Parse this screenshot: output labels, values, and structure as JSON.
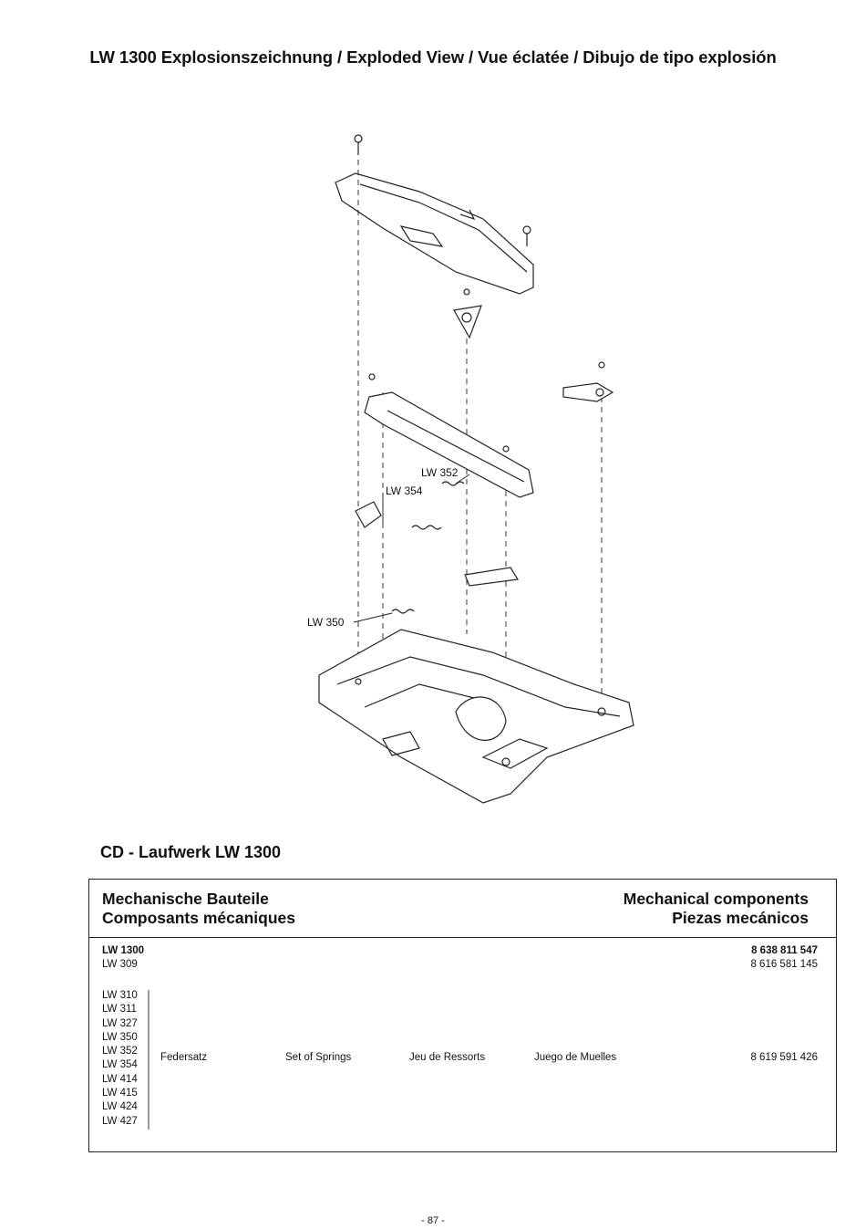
{
  "page": {
    "title": "LW 1300 Explosionszeichnung / Exploded View / Vue éclatée / Dibujo de tipo explosión",
    "page_number": "- 87 -"
  },
  "drawing": {
    "callouts": [
      "LW 352",
      "LW 354",
      "LW 350"
    ]
  },
  "section": {
    "title": "CD - Laufwerk LW 1300"
  },
  "parts_table": {
    "header_left_line1": "Mechanische Bauteile",
    "header_left_line2": "Composants mécaniques",
    "header_right_line1": "Mechanical components",
    "header_right_line2": "Piezas mecánicos",
    "main_item": {
      "code": "LW 1300",
      "number": "8 638 811 547"
    },
    "second_item": {
      "code": "LW 309",
      "number": "8 616 581 145"
    },
    "spring_group": {
      "codes": [
        "LW 310",
        "LW 311",
        "LW 327",
        "LW 350",
        "LW 352",
        "LW 354",
        "LW 414",
        "LW 415",
        "LW 424",
        "LW 427"
      ],
      "german": "Federsatz",
      "english": "Set of Springs",
      "french": "Jeu de Ressorts",
      "spanish": "Juego de Muelles",
      "number": "8 619 591 426"
    }
  }
}
